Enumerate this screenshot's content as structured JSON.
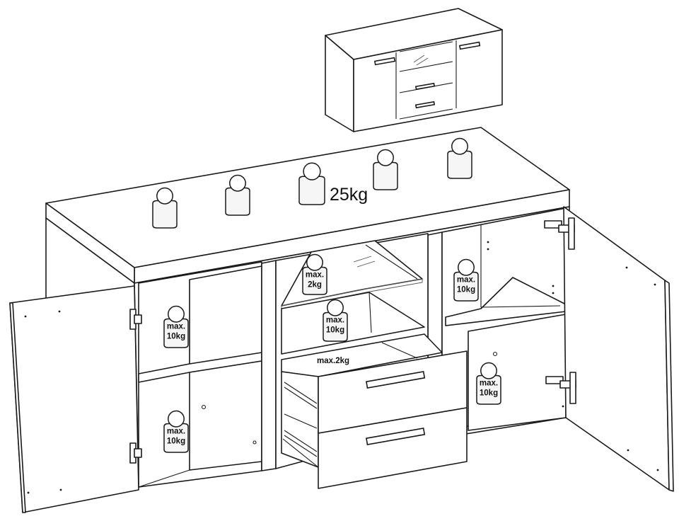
{
  "top_load": {
    "label": "25kg"
  },
  "weights": [
    {
      "id": "top-1",
      "lines": []
    },
    {
      "id": "top-2",
      "lines": []
    },
    {
      "id": "top-3",
      "lines": []
    },
    {
      "id": "top-4",
      "lines": []
    },
    {
      "id": "top-5",
      "lines": []
    },
    {
      "id": "left-upper-shelf",
      "lines": [
        "max.",
        "10kg"
      ]
    },
    {
      "id": "left-bottom",
      "lines": [
        "max.",
        "10kg"
      ]
    },
    {
      "id": "glass-shelf",
      "lines": [
        "max.",
        "2kg"
      ]
    },
    {
      "id": "middle-shelf",
      "lines": [
        "max.",
        "10kg"
      ]
    },
    {
      "id": "right-upper-shelf",
      "lines": [
        "max.",
        "10kg"
      ]
    },
    {
      "id": "right-lower",
      "lines": [
        "max.",
        "10kg"
      ]
    }
  ],
  "drawer_load": {
    "label": "max.2kg"
  },
  "colors": {
    "line": "#1a1a1a",
    "fill": "#ffffff"
  }
}
